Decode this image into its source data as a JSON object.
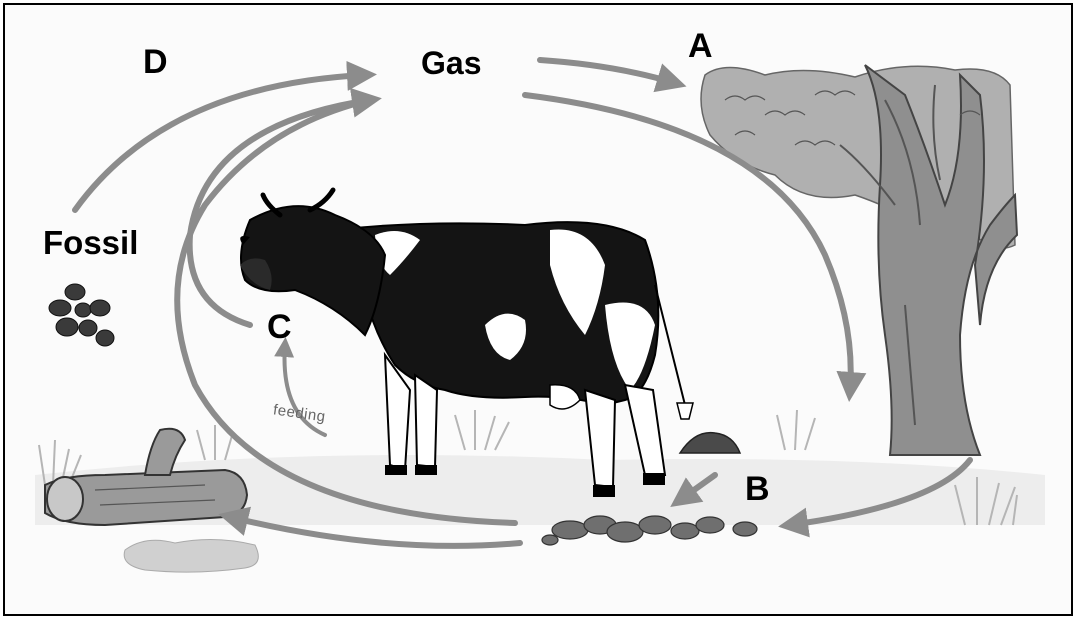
{
  "labels": {
    "gas": "Gas",
    "a": "A",
    "b": "B",
    "c": "C",
    "d": "D",
    "fossil": "Fossil",
    "feeding": "feeding"
  },
  "colors": {
    "arrow": "#8c8c8c",
    "tree_canopy": "#a9a9a9",
    "tree_trunk": "#8f8f8f",
    "cow_patch": "#1a1a1a",
    "ground": "#e6e6e6"
  },
  "icons": [
    "fossil-pebbles-icon",
    "cow-icon",
    "tree-icon",
    "log-icon",
    "dung-icon",
    "decomposed-matter-icon"
  ]
}
